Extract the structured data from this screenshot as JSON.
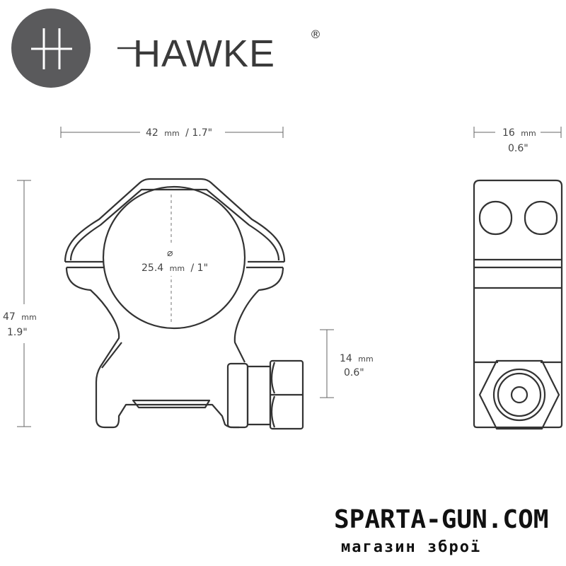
{
  "brand": {
    "name": "HAWKE",
    "registered": "®",
    "logo_circle_color": "#5a5a5c"
  },
  "dimensions": {
    "width": {
      "value": "42",
      "unit": "mm",
      "imperial": "/ 1.7\""
    },
    "depth": {
      "value": "16",
      "unit": "mm",
      "imperial": "0.6\""
    },
    "height": {
      "value": "47",
      "unit": "mm",
      "imperial": "1.9\""
    },
    "diameter": {
      "symbol": "⌀",
      "value": "25.4",
      "unit": "mm",
      "imperial": "/ 1\""
    },
    "base": {
      "value": "14",
      "unit": "mm",
      "imperial": "0.6\""
    }
  },
  "shop": {
    "name": "SPARTA-GUN.COM",
    "tagline": "магазин зброї"
  }
}
